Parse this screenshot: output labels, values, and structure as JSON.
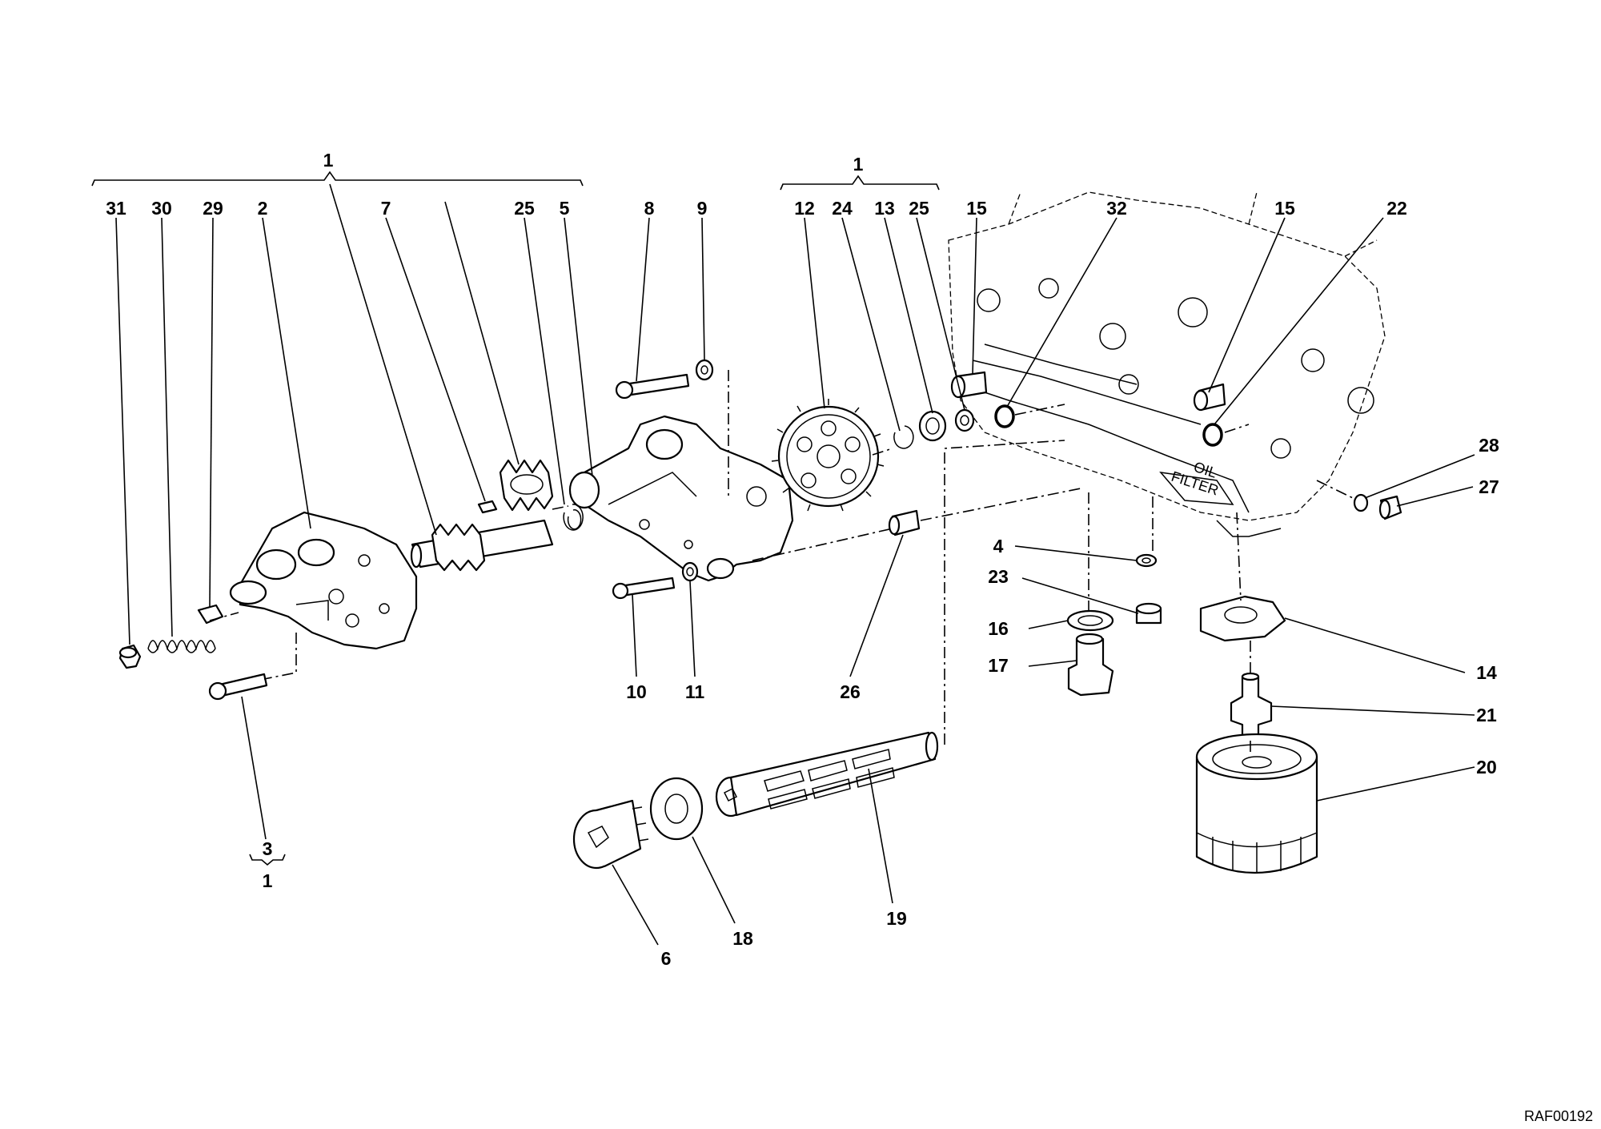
{
  "drawing_code": "RAF00192",
  "callouts": {
    "c31": "31",
    "c30": "30",
    "c29": "29",
    "c2": "2",
    "c7": "7",
    "c25a": "25",
    "c5": "5",
    "c8": "8",
    "c9": "9",
    "c12": "12",
    "c24": "24",
    "c13": "13",
    "c25b": "25",
    "c15a": "15",
    "c32": "32",
    "c15b": "15",
    "c22": "22",
    "c28": "28",
    "c27": "27",
    "c4": "4",
    "c23": "23",
    "c16": "16",
    "c17": "17",
    "c14": "14",
    "c21": "21",
    "c20": "20",
    "c10": "10",
    "c11": "11",
    "c26": "26",
    "c6": "6",
    "c18": "18",
    "c19": "19",
    "c3": "3",
    "c3_group": "1",
    "group_left": "1",
    "group_mid": "1"
  }
}
